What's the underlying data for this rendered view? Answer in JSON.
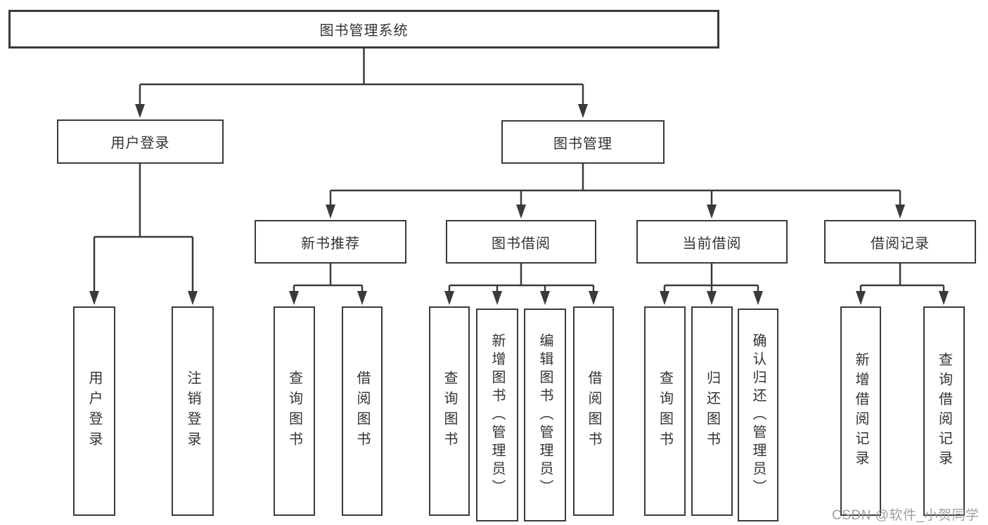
{
  "diagram": {
    "type": "hierarchy-tree",
    "nodes": {
      "root": "图书管理系统",
      "level2": [
        "用户登录",
        "图书管理"
      ],
      "level3": [
        "新书推荐",
        "图书借阅",
        "当前借阅",
        "借阅记录"
      ],
      "leaves": [
        "用户登录",
        "注销登录",
        "查询图书",
        "借阅图书",
        "查询图书",
        "新增图书（管理员）",
        "编辑图书（管理员）",
        "借阅图书",
        "查询图书",
        "归还图书",
        "确认归还（管理员）",
        "新增借阅记录",
        "查询借阅记录"
      ]
    },
    "hierarchy": {
      "图书管理系统": [
        "用户登录",
        "图书管理"
      ],
      "用户登录": [
        "用户登录",
        "注销登录"
      ],
      "图书管理": [
        "新书推荐",
        "图书借阅",
        "当前借阅",
        "借阅记录"
      ],
      "新书推荐": [
        "查询图书",
        "借阅图书"
      ],
      "图书借阅": [
        "查询图书",
        "新增图书（管理员）",
        "编辑图书（管理员）",
        "借阅图书"
      ],
      "当前借阅": [
        "查询图书",
        "归还图书",
        "确认归还（管理员）"
      ],
      "借阅记录": [
        "新增借阅记录",
        "查询借阅记录"
      ]
    },
    "colors": {
      "line": "#3a3a3a",
      "border": "#3a3a3a",
      "text": "#333333",
      "background": "#ffffff",
      "watermark": "#9a9a9e"
    }
  },
  "watermark": "CSDN @软件_小贺同学"
}
